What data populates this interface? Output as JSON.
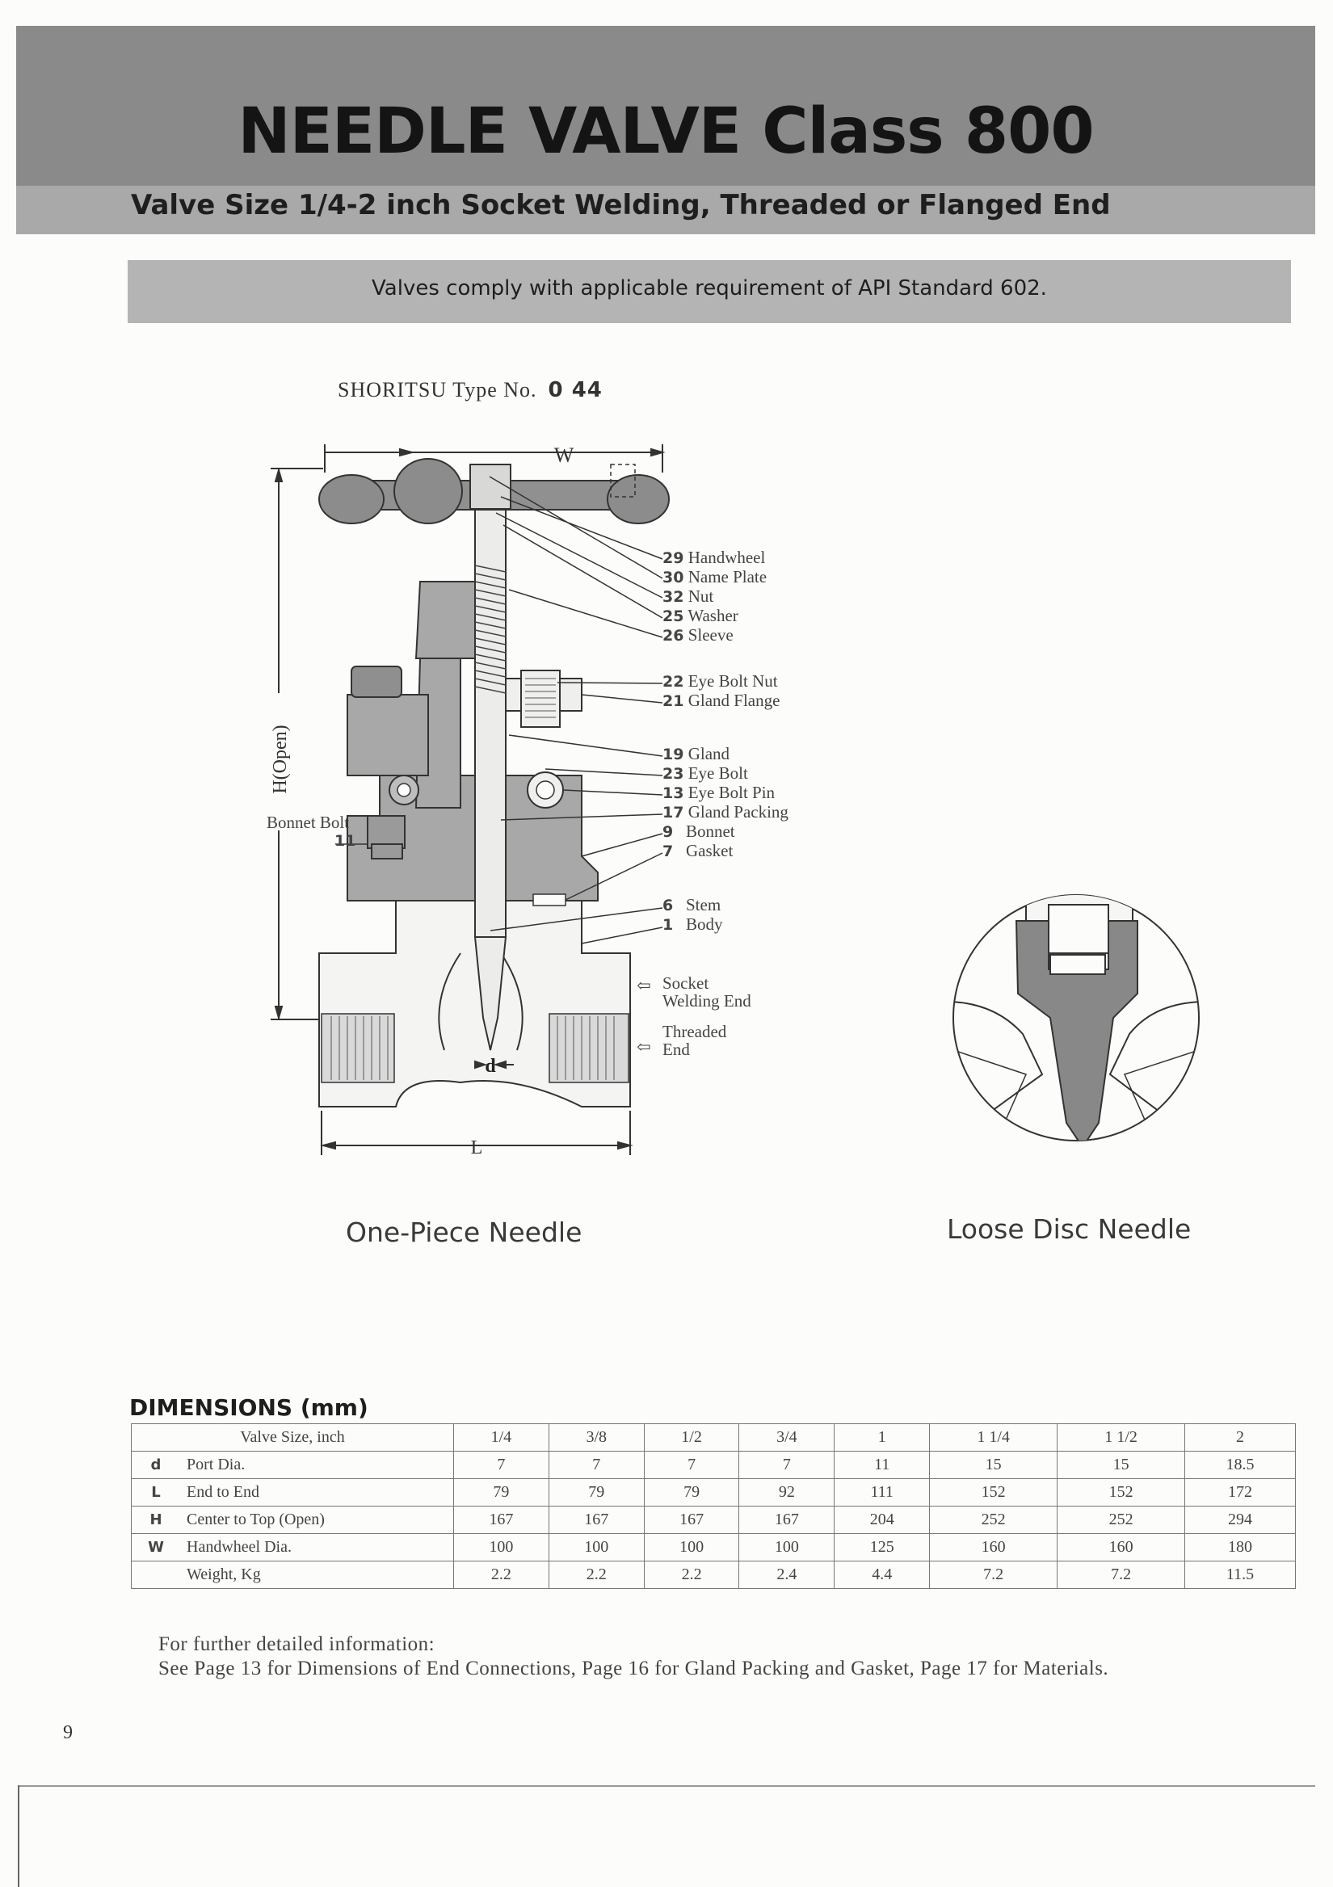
{
  "header": {
    "title": "NEEDLE VALVE Class 800",
    "subtitle": "Valve Size 1/4-2 inch Socket Welding, Threaded or Flanged End",
    "compliance": "Valves comply with applicable requirement of API Standard 602."
  },
  "type_label": "SHORITSU Type No.",
  "type_number": "0 44",
  "drawing": {
    "dim_w": "W",
    "dim_h": "H(Open)",
    "dim_l": "L",
    "dim_d": "d",
    "bonnet_bolt_label": "Bonnet Bolt",
    "bonnet_bolt_no": "11",
    "parts": [
      {
        "no": "29",
        "name": "Handwheel"
      },
      {
        "no": "30",
        "name": "Name Plate"
      },
      {
        "no": "32",
        "name": "Nut"
      },
      {
        "no": "25",
        "name": "Washer"
      },
      {
        "no": "26",
        "name": "Sleeve"
      },
      {
        "no": "22",
        "name": "Eye Bolt Nut"
      },
      {
        "no": "21",
        "name": "Gland Flange"
      },
      {
        "no": "19",
        "name": "Gland"
      },
      {
        "no": "23",
        "name": "Eye Bolt"
      },
      {
        "no": "13",
        "name": "Eye Bolt Pin"
      },
      {
        "no": "17",
        "name": "Gland Packing"
      },
      {
        "no": "9",
        "name": "Bonnet"
      },
      {
        "no": "7",
        "name": "Gasket"
      },
      {
        "no": "6",
        "name": "Stem"
      },
      {
        "no": "1",
        "name": "Body"
      }
    ],
    "end_socket": [
      "Socket",
      "Welding End"
    ],
    "end_threaded": [
      "Threaded",
      "End"
    ]
  },
  "captions": {
    "one_piece": "One-Piece Needle",
    "loose_disc": "Loose Disc Needle"
  },
  "dimensions": {
    "title": "DIMENSIONS (mm)",
    "header_label": "Valve Size, inch",
    "sizes": [
      "1/4",
      "3/8",
      "1/2",
      "3/4",
      "1",
      "1 1/4",
      "1 1/2",
      "2"
    ],
    "rows": [
      {
        "symbol": "d",
        "label": "Port Dia.",
        "values": [
          "7",
          "7",
          "7",
          "7",
          "11",
          "15",
          "15",
          "18.5"
        ]
      },
      {
        "symbol": "L",
        "label": "End to End",
        "values": [
          "79",
          "79",
          "79",
          "92",
          "111",
          "152",
          "152",
          "172"
        ]
      },
      {
        "symbol": "H",
        "label": "Center to Top (Open)",
        "values": [
          "167",
          "167",
          "167",
          "167",
          "204",
          "252",
          "252",
          "294"
        ]
      },
      {
        "symbol": "W",
        "label": "Handwheel Dia.",
        "values": [
          "100",
          "100",
          "100",
          "100",
          "125",
          "160",
          "160",
          "180"
        ]
      },
      {
        "symbol": "",
        "label": "Weight, Kg",
        "values": [
          "2.2",
          "2.2",
          "2.2",
          "2.4",
          "4.4",
          "7.2",
          "7.2",
          "11.5"
        ]
      }
    ]
  },
  "footer": {
    "line1": "For further detailed information:",
    "line2": "See Page 13 for Dimensions of End Connections, Page 16 for Gland Packing and Gasket, Page 17 for Materials."
  },
  "page_number": "9"
}
